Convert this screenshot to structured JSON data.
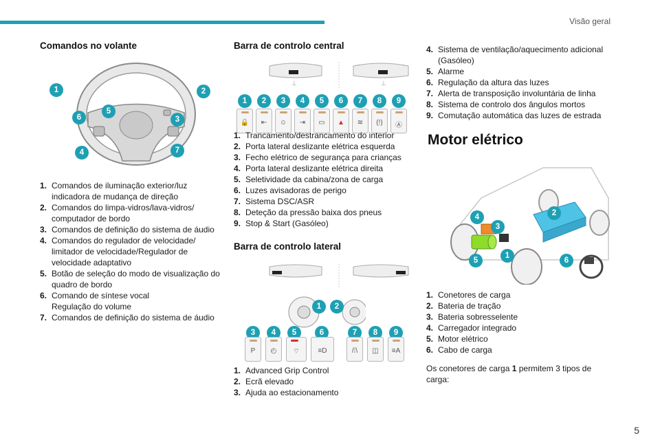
{
  "header": {
    "section": "Visão geral",
    "page": "5"
  },
  "col1": {
    "title": "Comandos no volante",
    "badges": [
      "1",
      "2",
      "3",
      "4",
      "5",
      "6",
      "7"
    ],
    "items": [
      {
        "n": "1.",
        "text": "Comandos de iluminação exterior/luz indicadora de mudança de direção"
      },
      {
        "n": "2.",
        "text": "Comandos do limpa-vidros/lava-vidros/ computador de bordo"
      },
      {
        "n": "3.",
        "text": "Comandos de definição do sistema de áudio"
      },
      {
        "n": "4.",
        "text": "Comandos do regulador de velocidade/ limitador de velocidade/Regulador de velocidade adaptativo"
      },
      {
        "n": "5.",
        "text": "Botão de seleção do modo de visualização do quadro de bordo"
      },
      {
        "n": "6.",
        "text": "Comando de síntese vocal"
      },
      {
        "n": "",
        "text": "Regulação do volume"
      },
      {
        "n": "7.",
        "text": "Comandos de definição do sistema de áudio"
      }
    ]
  },
  "col2": {
    "title1": "Barra de controlo central",
    "badges1": [
      "1",
      "2",
      "3",
      "4",
      "5",
      "6",
      "7",
      "8",
      "9"
    ],
    "items1": [
      {
        "n": "1.",
        "text": "Trancamento/destrancamento do interior"
      },
      {
        "n": "2.",
        "text": "Porta lateral deslizante elétrica esquerda"
      },
      {
        "n": "3.",
        "text": "Fecho elétrico de segurança para crianças"
      },
      {
        "n": "4.",
        "text": "Porta lateral deslizante elétrica direita"
      },
      {
        "n": "5.",
        "text": "Seletividade da cabina/zona de carga"
      },
      {
        "n": "6.",
        "text": "Luzes avisadoras de perigo"
      },
      {
        "n": "7.",
        "text": "Sistema DSC/ASR"
      },
      {
        "n": "8.",
        "text": "Deteção da pressão baixa dos pneus"
      },
      {
        "n": "9.",
        "text": "Stop & Start (Gasóleo)"
      }
    ],
    "title2": "Barra de controlo lateral",
    "badges2": [
      "1",
      "2",
      "3",
      "4",
      "5",
      "6",
      "7",
      "8",
      "9"
    ],
    "items2": [
      {
        "n": "1.",
        "text": "Advanced Grip Control"
      },
      {
        "n": "2.",
        "text": "Ecrã elevado"
      },
      {
        "n": "3.",
        "text": "Ajuda ao estacionamento"
      }
    ]
  },
  "col3": {
    "items_top": [
      {
        "n": "4.",
        "text": "Sistema de ventilação/aquecimento adicional (Gasóleo)"
      },
      {
        "n": "5.",
        "text": "Alarme"
      },
      {
        "n": "6.",
        "text": "Regulação da altura das luzes"
      },
      {
        "n": "7.",
        "text": "Alerta de transposição involuntária de linha"
      },
      {
        "n": "8.",
        "text": "Sistema de controlo dos ângulos mortos"
      },
      {
        "n": "9.",
        "text": "Comutação automática das luzes de estrada"
      }
    ],
    "title": "Motor elétrico",
    "badges": [
      "1",
      "2",
      "3",
      "4",
      "5",
      "6"
    ],
    "items": [
      {
        "n": "1.",
        "text": "Conetores de carga"
      },
      {
        "n": "2.",
        "text": "Bateria de tração"
      },
      {
        "n": "3.",
        "text": "Bateria sobresselente"
      },
      {
        "n": "4.",
        "text": "Carregador integrado"
      },
      {
        "n": "5.",
        "text": "Motor elétrico"
      },
      {
        "n": "6.",
        "text": "Cabo de carga"
      }
    ],
    "para_before": "Os conetores de carga ",
    "para_bold": "1",
    "para_after": " permitem 3 tipos de carga:"
  },
  "colors": {
    "accent": "#1ea0b4",
    "battery": "#4ec3e6",
    "motor": "#8ddb2a",
    "charger": "#f08a2a"
  }
}
